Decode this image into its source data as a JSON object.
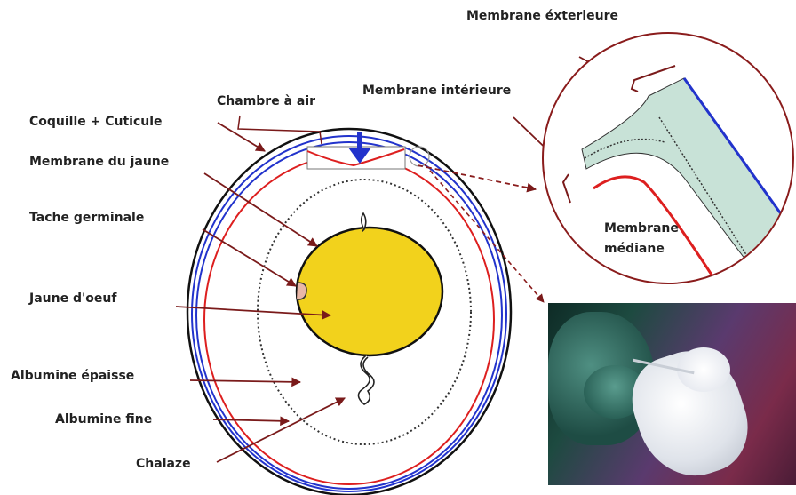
{
  "labels": {
    "membrane_exterieure": "Membrane éxterieure",
    "chambre_air": "Chambre à air",
    "membrane_interieure": "Membrane intérieure",
    "coquille": "Coquille + Cuticule",
    "membrane_jaune": "Membrane du jaune",
    "tache_germinale": "Tache germinale",
    "jaune_oeuf": "Jaune d'oeuf",
    "albumine_epaisse": "Albumine épaisse",
    "albumine_fine": "Albumine fine",
    "chalaze": "Chalaze",
    "membrane_mediane_1": "Membrane",
    "membrane_mediane_2": "médiane"
  },
  "colors": {
    "shell": "#111111",
    "membrane_blue": "#2233cc",
    "membrane_red": "#dd1f1f",
    "yolk": "#f2d21c",
    "albumen_inner": "#c8e2d7",
    "arrow": "#7a1a1a"
  }
}
